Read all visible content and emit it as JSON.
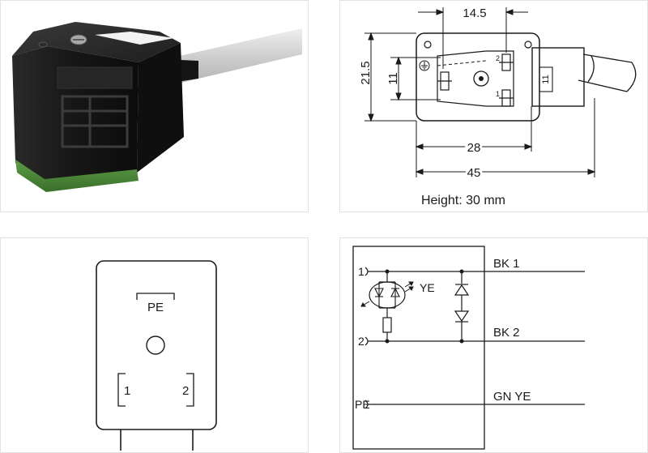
{
  "dimensions": {
    "width_label": "14.5",
    "height_label": "21.5",
    "inner_height_label": "11",
    "side_label": "11",
    "length_28_label": "28",
    "length_45_label": "45",
    "height_note": "Height: 30 mm",
    "pin_1": "1",
    "pin_2": "2"
  },
  "pin_layout": {
    "pe_label": "PE",
    "pin_1": "1",
    "pin_2": "2"
  },
  "circuit": {
    "terminal_1": "1",
    "terminal_2": "2",
    "terminal_pe": "PE",
    "led_label": "YE",
    "wire_1": "BK 1",
    "wire_2": "BK 2",
    "wire_pe": "GN YE"
  },
  "colors": {
    "connector_body": "#1c1c1c",
    "seal_green": "#4c8c3a",
    "cable_grey": "#d6d6d6",
    "label_white": "#f2f2f2"
  }
}
